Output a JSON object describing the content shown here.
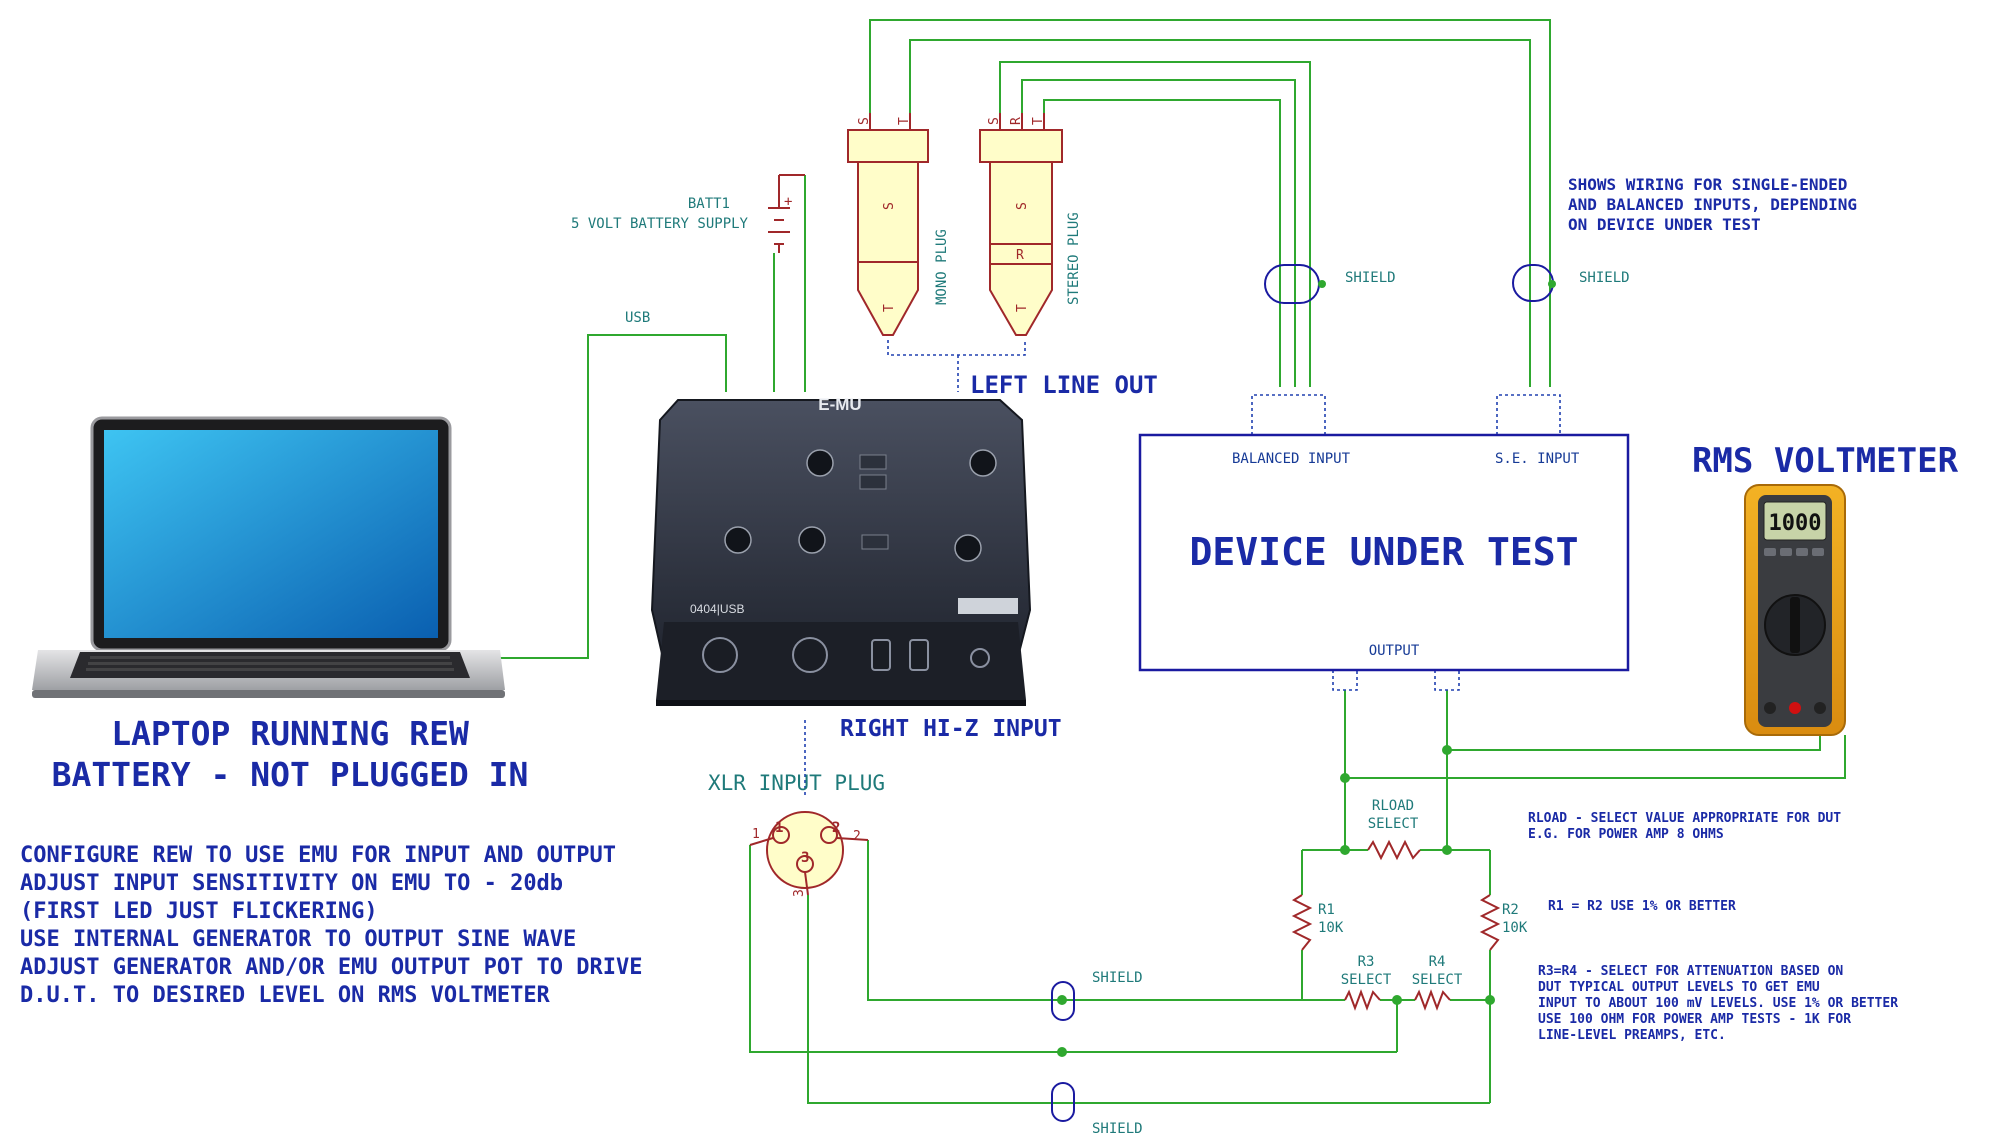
{
  "labels": {
    "batt_ref": "BATT1",
    "batt_desc": "5 VOLT BATTERY SUPPLY",
    "batt_plus": "+",
    "usb": "USB",
    "mono_plug": "MONO PLUG",
    "stereo_plug": "STEREO PLUG",
    "mono_pin_s": "S",
    "mono_pin_t": "T",
    "stereo_pin_s": "S",
    "stereo_pin_r": "R",
    "stereo_pin_t": "T",
    "plug_body_s": "S",
    "plug_body_r": "R",
    "plug_body_t": "T",
    "left_line_out": "LEFT LINE OUT",
    "right_hiz": "RIGHT HI-Z INPUT",
    "xlr_plug": "XLR INPUT PLUG",
    "xlr_pin1": "1",
    "xlr_pin2": "2",
    "xlr_pin3": "3",
    "shield": "SHIELD",
    "balanced_input": "BALANCED INPUT",
    "se_input": "S.E. INPUT",
    "output": "OUTPUT",
    "dut": "DEVICE UNDER TEST",
    "rms": "RMS VOLTMETER",
    "meter_reading": "1000",
    "laptop_1": "LAPTOP RUNNING REW",
    "laptop_2": "BATTERY - NOT PLUGGED IN",
    "rload_1": "RLOAD",
    "rload_2": "SELECT",
    "r1_ref": "R1",
    "r1_val": "10K",
    "r2_ref": "R2",
    "r2_val": "10K",
    "r3_ref": "R3",
    "r3_val": "SELECT",
    "r4_ref": "R4",
    "r4_val": "SELECT",
    "emu_brand": "E-MU",
    "emu_model": "0404|USB"
  },
  "notes": {
    "wiring": [
      "SHOWS WIRING FOR SINGLE-ENDED",
      "AND BALANCED INPUTS, DEPENDING",
      "ON DEVICE UNDER TEST"
    ],
    "rload": [
      "RLOAD - SELECT VALUE APPROPRIATE FOR DUT",
      "E.G. FOR POWER AMP 8 OHMS"
    ],
    "r1r2": "R1 = R2 USE 1% OR BETTER",
    "r3r4": [
      "R3=R4 - SELECT FOR ATTENUATION BASED ON",
      "DUT TYPICAL OUTPUT LEVELS TO GET EMU",
      "INPUT TO ABOUT 100 mV LEVELS. USE 1% OR BETTER",
      "USE 100 OHM FOR POWER AMP TESTS - 1K FOR",
      "LINE-LEVEL PREAMPS, ETC."
    ],
    "config": [
      "CONFIGURE REW TO USE EMU FOR INPUT AND OUTPUT",
      "ADJUST INPUT SENSITIVITY ON EMU TO - 20db",
      "(FIRST LED JUST FLICKERING)",
      "USE INTERNAL GENERATOR TO OUTPUT SINE WAVE",
      "ADJUST GENERATOR AND/OR EMU OUTPUT POT TO DRIVE",
      "D.U.T. TO DESIRED LEVEL ON RMS VOLTMETER"
    ]
  },
  "colors": {
    "wire": "#2fa82f",
    "title_blue": "#1a2aa6",
    "label_teal": "#1f7a7a",
    "component_red": "#a0282a",
    "plug_fill": "#fffdc9"
  },
  "icons": {
    "laptop": "laptop-icon",
    "interface": "audio-interface-icon",
    "voltmeter": "multimeter-icon",
    "battery": "battery-symbol",
    "xlr": "xlr-connector-icon"
  }
}
